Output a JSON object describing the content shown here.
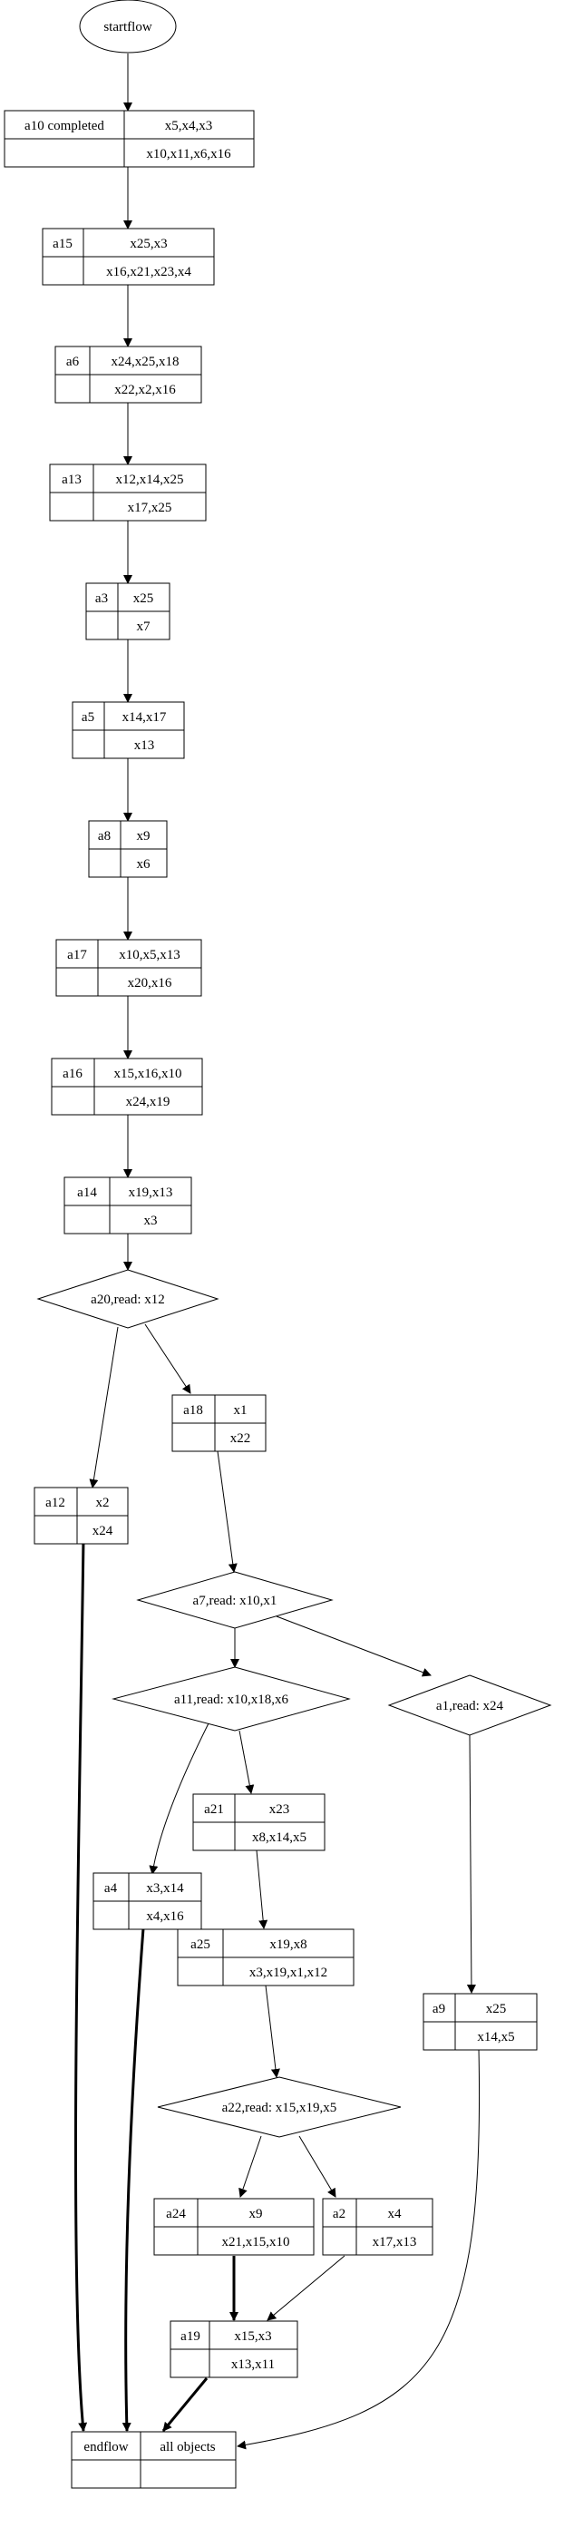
{
  "start": "startflow",
  "nodes": {
    "a10": {
      "name": "a10 completed",
      "reads": "x5,x4,x3",
      "writes": "x10,x11,x6,x16"
    },
    "a15": {
      "name": "a15",
      "reads": "x25,x3",
      "writes": "x16,x21,x23,x4"
    },
    "a6": {
      "name": "a6",
      "reads": "x24,x25,x18",
      "writes": "x22,x2,x16"
    },
    "a13": {
      "name": "a13",
      "reads": "x12,x14,x25",
      "writes": "x17,x25"
    },
    "a3": {
      "name": "a3",
      "reads": "x25",
      "writes": "x7"
    },
    "a5": {
      "name": "a5",
      "reads": "x14,x17",
      "writes": "x13"
    },
    "a8": {
      "name": "a8",
      "reads": "x9",
      "writes": "x6"
    },
    "a17": {
      "name": "a17",
      "reads": "x10,x5,x13",
      "writes": "x20,x16"
    },
    "a16": {
      "name": "a16",
      "reads": "x15,x16,x10",
      "writes": "x24,x19"
    },
    "a14": {
      "name": "a14",
      "reads": "x19,x13",
      "writes": "x3"
    },
    "a12": {
      "name": "a12",
      "reads": "x2",
      "writes": "x24"
    },
    "a18": {
      "name": "a18",
      "reads": "x1",
      "writes": "x22"
    },
    "a21": {
      "name": "a21",
      "reads": "x23",
      "writes": "x8,x14,x5"
    },
    "a4": {
      "name": "a4",
      "reads": "x3,x14",
      "writes": "x4,x16"
    },
    "a25": {
      "name": "a25",
      "reads": "x19,x8",
      "writes": "x3,x19,x1,x12"
    },
    "a9": {
      "name": "a9",
      "reads": "x25",
      "writes": "x14,x5"
    },
    "a24": {
      "name": "a24",
      "reads": "x9",
      "writes": "x21,x15,x10"
    },
    "a2": {
      "name": "a2",
      "reads": "x4",
      "writes": "x17,x13"
    },
    "a19": {
      "name": "a19",
      "reads": "x15,x3",
      "writes": "x13,x11"
    }
  },
  "decisions": {
    "a20": "a20,read: x12",
    "a7": "a7,read: x10,x1",
    "a11": "a11,read: x10,x18,x6",
    "a1": "a1,read: x24",
    "a22": "a22,read: x15,x19,x5"
  },
  "end": {
    "name": "endflow",
    "label": "all objects"
  }
}
